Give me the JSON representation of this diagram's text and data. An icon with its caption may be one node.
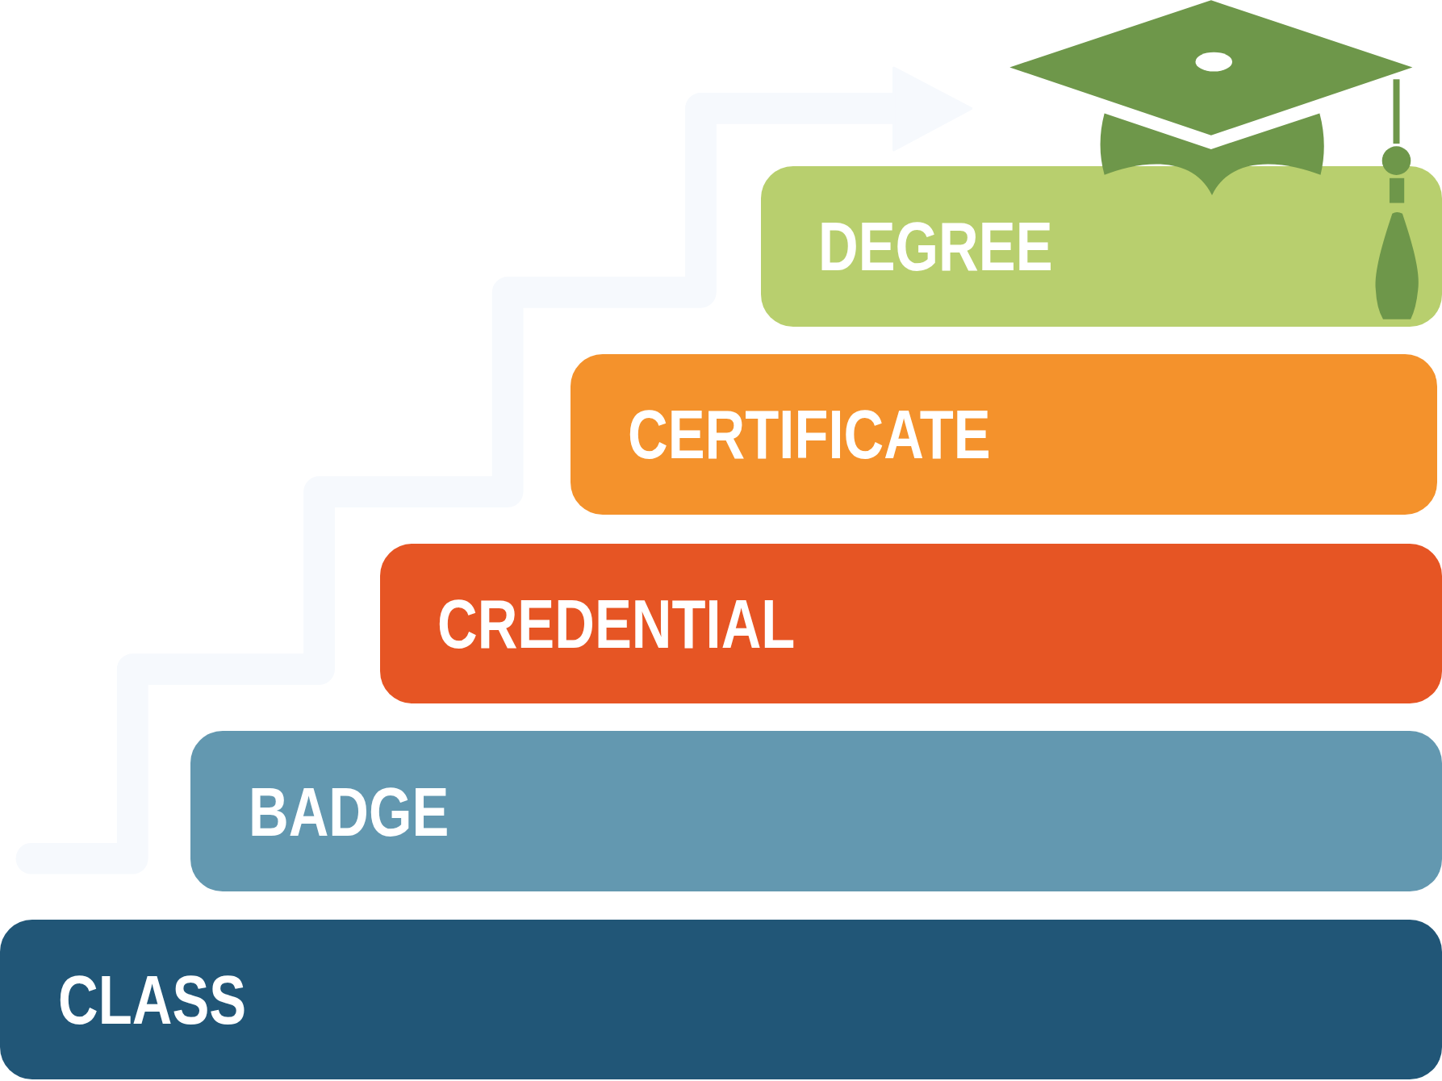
{
  "diagram": {
    "nodes": [
      {
        "text": [
          "DEGREE"
        ]
      },
      {
        "text": [
          "CERTIFICATE"
        ]
      },
      {
        "text": [
          "CREDENTIAL"
        ]
      },
      {
        "text": [
          "BADGE"
        ]
      },
      {
        "text": [
          "CLASS"
        ]
      }
    ]
  }
}
